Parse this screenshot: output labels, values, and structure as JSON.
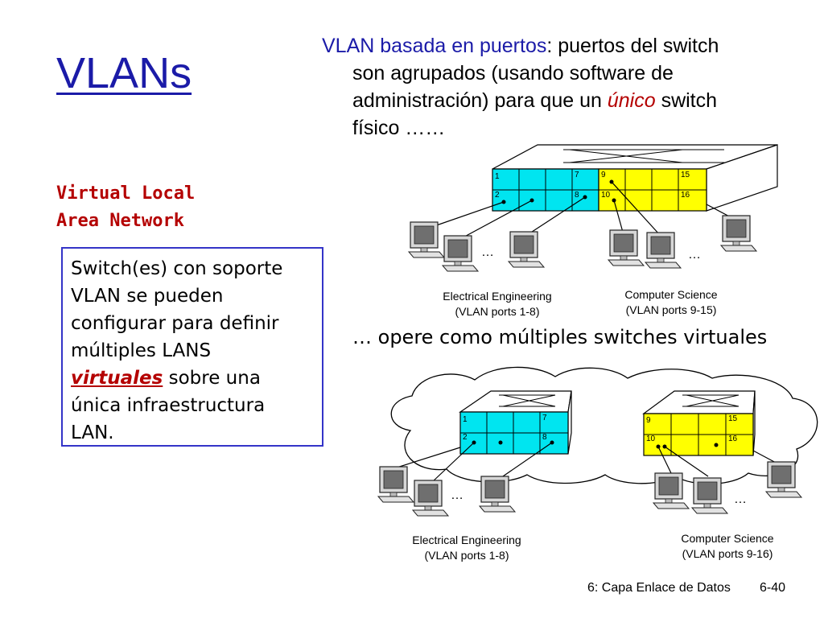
{
  "title": "VLANs",
  "subtitle": {
    "line1": "Virtual Local",
    "line2": "Area Network"
  },
  "intro": {
    "term": "VLAN basada en puertos",
    "line1_rest": ": puertos del switch",
    "line2": "son agrupados (usando software de",
    "line3_pre": "administración) para que un ",
    "line3_em": "único",
    "line3_post": " switch",
    "line4": "físico  ……"
  },
  "box": {
    "line1": "Switch(es) con soporte",
    "line2": "VLAN se pueden",
    "line3": "configurar para definir",
    "line4": "múltiples LANS",
    "line5_em": "virtuales",
    "line5_rest": " sobre una",
    "line6": "única infraestructura",
    "line7": "LAN."
  },
  "opere": "… opere como múltiples switches virtuales",
  "diagram_top": {
    "ports_left": [
      "1",
      "7",
      "2",
      "8"
    ],
    "ports_right": [
      "9",
      "15",
      "10",
      "16"
    ],
    "ellipsis": "…",
    "group_left": {
      "name": "Electrical Engineering",
      "ports": "(VLAN ports 1-8)"
    },
    "group_right": {
      "name": "Computer Science",
      "ports": "(VLAN ports 9-15)"
    }
  },
  "diagram_bottom": {
    "ports_left": [
      "1",
      "7",
      "2",
      "8"
    ],
    "ports_right": [
      "9",
      "15",
      "10",
      "16"
    ],
    "ellipsis": "…",
    "group_left": {
      "name": "Electrical Engineering",
      "ports": "(VLAN ports 1-8)"
    },
    "group_right": {
      "name": "Computer Science",
      "ports": "(VLAN ports 9-16)"
    }
  },
  "footer": {
    "chapter": "6: Capa Enlace de Datos",
    "page": "6-40"
  },
  "colors": {
    "cyan": "#00e5f0",
    "yellow": "#ffff00",
    "title_blue": "#1b1ba8",
    "red": "#b40000"
  }
}
